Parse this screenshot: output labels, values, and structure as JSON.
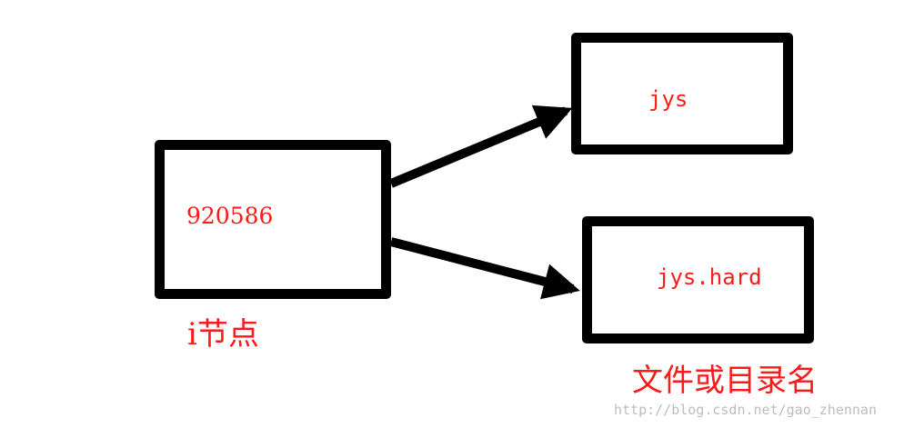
{
  "diagram": {
    "inode": {
      "number": "920586",
      "caption": "i节点"
    },
    "files": [
      {
        "name": "jys"
      },
      {
        "name": "jys.hard"
      }
    ],
    "files_caption": "文件或目录名",
    "watermark": "http://blog.csdn.net/gao_zhennan",
    "colors": {
      "box_border": "#000000",
      "label_text": "#ff1a1a",
      "watermark_text": "#bdbdbd"
    }
  }
}
